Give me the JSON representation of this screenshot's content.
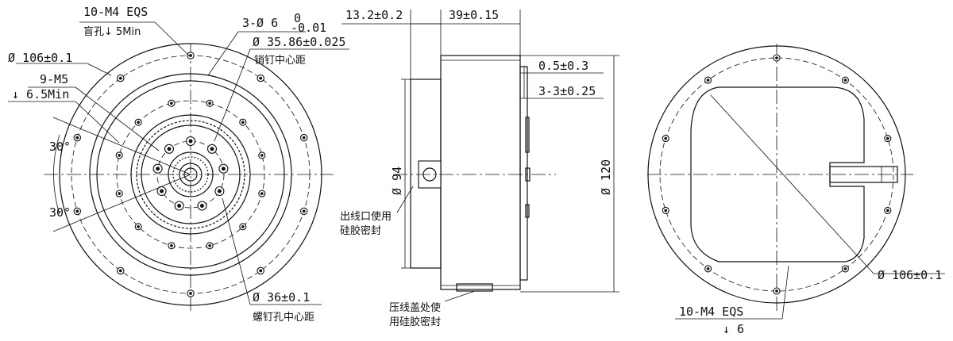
{
  "front_view": {
    "label_eqs_top": "10-M4 EQS",
    "label_blind_hole": "盲孔↓ 5Min",
    "label_pin_holes": "3-Ø 6",
    "label_pin_tol_upper": "0",
    "label_pin_tol_lower": "-0.01",
    "label_pin_center": "Ø 35.86±0.025",
    "label_pin_center_cn": "销钉中心距",
    "label_outer_dia": "Ø 106±0.1",
    "label_m5": "9-M5",
    "label_m5_depth": "↓ 6.5Min",
    "label_angle_top": "30°",
    "label_angle_bottom": "30°",
    "label_screw_center": "Ø 36±0.1",
    "label_screw_center_cn": "螺钉孔中心距"
  },
  "side_view": {
    "label_width1": "13.2±0.2",
    "label_width2": "39±0.15",
    "label_offset1": "0.5±0.3",
    "label_offset2": "3-3±0.25",
    "label_dia94": "Ø 94",
    "label_dia120": "Ø 120",
    "label_outlet_cn_1": "出线口使用",
    "label_outlet_cn_2": "硅胶密封",
    "label_cover_cn_1": "压线盖处使",
    "label_cover_cn_2": "用硅胶密封"
  },
  "back_view": {
    "label_outer_dia": "Ø 106±0.1",
    "label_eqs_bottom": "10-M4 EQS",
    "label_depth": "↓ 6"
  }
}
